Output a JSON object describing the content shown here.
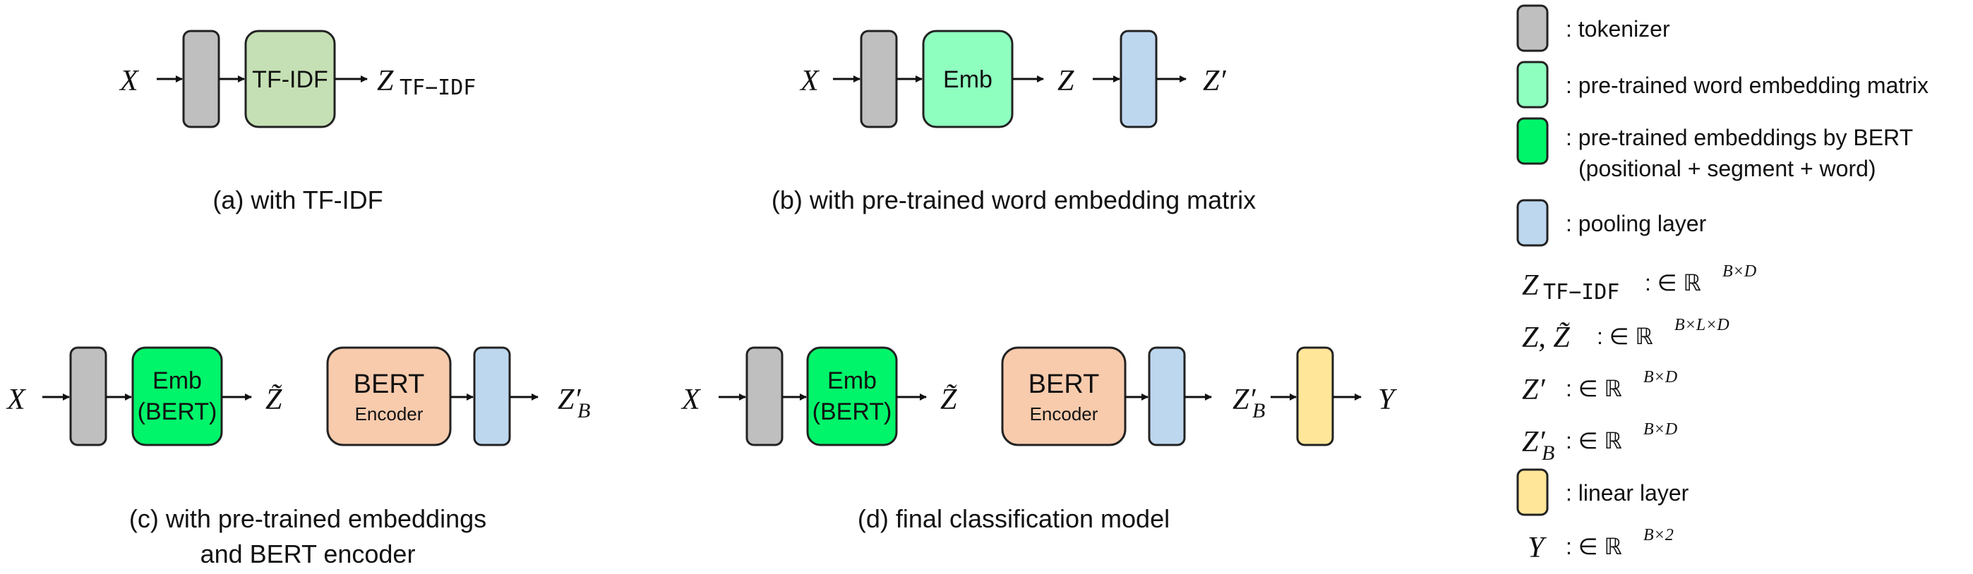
{
  "colors": {
    "tokenizer": "#bfbfbf",
    "tfidf": "#c5e0b4",
    "word_embedding": "#8fffc0",
    "bert_embedding": "#00f56a",
    "bert_encoder": "#f8cbad",
    "pooling": "#bdd7ee",
    "linear": "#ffe699"
  },
  "panels": {
    "a": {
      "caption": "(a) with TF-IDF",
      "input": "X",
      "tfidf_label": "TF-IDF",
      "output": "Z",
      "output_sub": "TF−IDF"
    },
    "b": {
      "caption": "(b) with pre-trained word embedding matrix",
      "input": "X",
      "emb_label": "Emb",
      "mid": "Z",
      "output": "Z′"
    },
    "c": {
      "caption_line1": "(c) with pre-trained embeddings",
      "caption_line2": "and BERT encoder",
      "input": "X",
      "emb_label": "Emb",
      "emb_sub": "(BERT)",
      "mid": "Z̃",
      "bert_label": "BERT",
      "bert_sub": "Encoder",
      "output": "Z′",
      "output_sub": "B"
    },
    "d": {
      "caption": "(d) final classification model",
      "input": "X",
      "emb_label": "Emb",
      "emb_sub": "(BERT)",
      "mid": "Z̃",
      "bert_label": "BERT",
      "bert_sub": "Encoder",
      "mid2": "Z′",
      "mid2_sub": "B",
      "output": "Y"
    }
  },
  "legend": {
    "tokenizer": ": tokenizer",
    "word_embedding": ": pre-trained word embedding matrix",
    "bert_embedding_line1": ": pre-trained embeddings by BERT",
    "bert_embedding_line2": "(positional + segment + word)",
    "pooling": ": pooling layer",
    "ztfidf_symbol": "Z",
    "ztfidf_sub": "TF−IDF",
    "ztfidf_shape": ": ∈ ℝ",
    "ztfidf_sup": "B×D",
    "z_symbol": "Z, Z̃",
    "z_shape": ": ∈ ℝ",
    "z_sup": "B×L×D",
    "zprime_symbol": "Z′",
    "zprime_shape": ": ∈ ℝ",
    "zprime_sup": "B×D",
    "zb_symbol": "Z′",
    "zb_sub": "B",
    "zb_shape": ": ∈ ℝ",
    "zb_sup": "B×D",
    "linear": ": linear layer",
    "y_symbol": "Y",
    "y_shape": ": ∈ ℝ",
    "y_sup": "B×2"
  }
}
